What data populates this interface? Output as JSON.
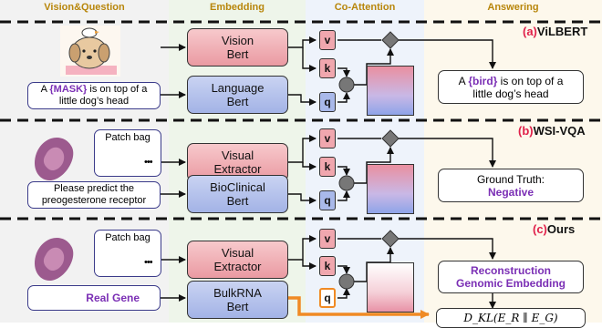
{
  "headers": {
    "vision_question": "Vision&Question",
    "embedding": "Embedding",
    "co_attention": "Co-Attention",
    "answering": "Answering"
  },
  "panel_a": {
    "tag_letter": "(a)",
    "tag_name": "ViLBERT",
    "question_mask": "{MASK}",
    "question_line1": " is on top of a",
    "question_line2": "little dog’s head",
    "encoder_vision_1": "Vision",
    "encoder_vision_2": "Bert",
    "encoder_language_1": "Language",
    "encoder_language_2": "Bert",
    "answer_prefix": "A ",
    "answer_word": "{bird}",
    "answer_line1_rest": " is on top of a",
    "answer_line2": "little dog’s head",
    "question_prefix": "A "
  },
  "panel_b": {
    "tag_letter": "(b)",
    "tag_name": "WSI-VQA",
    "patch_bag": "Patch bag",
    "question_line1": "Please predict the",
    "question_line2": "preogesterone receptor",
    "encoder_visual_1": "Visual",
    "encoder_visual_2": "Extractor",
    "encoder_text_1": "BioClinical",
    "encoder_text_2": "Bert",
    "answer_line1": "Ground Truth:",
    "answer_line2": "Negative"
  },
  "panel_c": {
    "tag_letter": "(c)",
    "tag_name": "Ours",
    "patch_bag": "Patch bag",
    "gene_label": "Real Gene",
    "encoder_visual_1": "Visual",
    "encoder_visual_2": "Extractor",
    "encoder_rna_1": "BulkRNA",
    "encoder_rna_2": "Bert",
    "answer_line1": "Reconstruction",
    "answer_line2": "Genomic Embedding",
    "loss": "D_KL(E_R ∥ E_G)"
  },
  "qkv": {
    "v": "v",
    "k": "k",
    "q": "q"
  },
  "ellipsis": "•••",
  "colors": {
    "header": "#b8860b",
    "tag": "#e0204a",
    "purple": "#7b2fb5",
    "orange_arrow": "#f08a24"
  }
}
